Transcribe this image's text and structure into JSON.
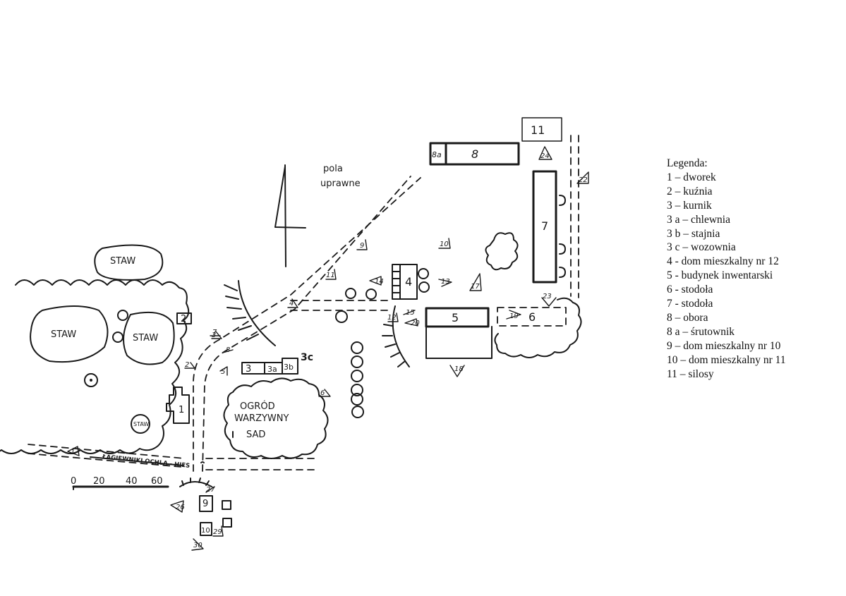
{
  "legend": {
    "title": "Legenda:",
    "items": [
      "1 – dworek",
      "2 – kuźnia",
      "3 – kurnik",
      "3 a – chlewnia",
      "3 b – stajnia",
      "3 c – wozownia",
      "4 - dom mieszkalny nr 12",
      "5 - budynek inwentarski",
      "6 - stodoła",
      "7 - stodoła",
      "8 – obora",
      "8 a – śrutownik",
      "9 – dom mieszkalny nr 10",
      "10 – dom mieszkalny nr 11",
      "11 – silosy"
    ]
  },
  "map": {
    "ponds": [
      "STAW",
      "STAW",
      "STAW",
      "STAW"
    ],
    "fields": [
      "pola",
      "uprawne"
    ],
    "garden": [
      "OGRÓD",
      "WARZYWNY",
      "SAD"
    ],
    "road": "ŁAGIEWNIKI OCHLA - HIES",
    "buildings": [
      "1",
      "2",
      "3",
      "3a",
      "3b",
      "3c",
      "4",
      "5",
      "6",
      "7",
      "8",
      "8a",
      "9",
      "10",
      "11"
    ],
    "viewpoints": [
      "1",
      "2",
      "3",
      "4",
      "5",
      "6",
      "7",
      "8",
      "9",
      "10",
      "11",
      "12",
      "13",
      "14",
      "15",
      "17",
      "18",
      "19",
      "20",
      "22",
      "23",
      "24",
      "26",
      "27",
      "29",
      "30"
    ],
    "scale": {
      "labels": [
        "0",
        "20",
        "40",
        "60"
      ]
    }
  }
}
